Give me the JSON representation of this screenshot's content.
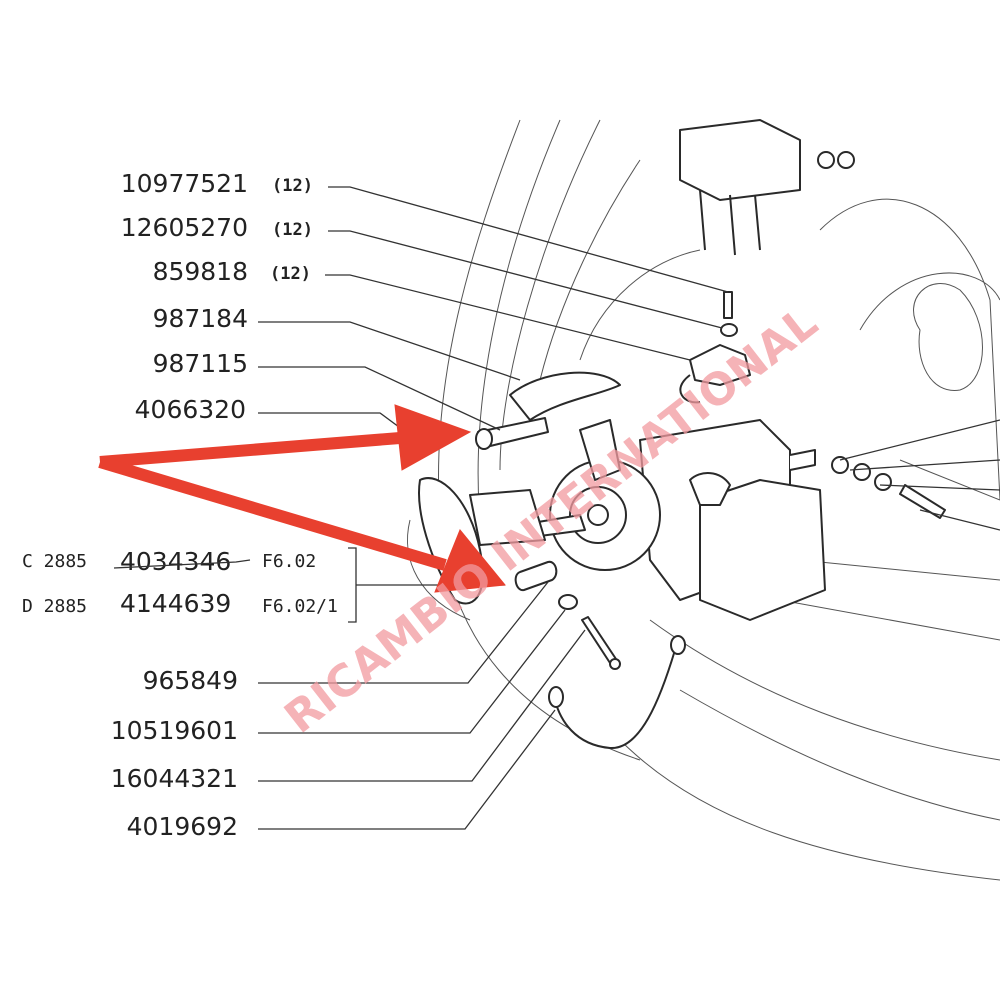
{
  "parts": [
    {
      "number": "10977521",
      "qty": "(12)"
    },
    {
      "number": "12605270",
      "qty": "(12)"
    },
    {
      "number": "859818",
      "qty": "(12)"
    },
    {
      "number": "987184"
    },
    {
      "number": "987115"
    },
    {
      "number": "4066320"
    },
    {
      "number": "965849"
    },
    {
      "number": "10519601"
    },
    {
      "number": "16044321"
    },
    {
      "number": "4019692"
    }
  ],
  "variants": [
    {
      "series": "C 2885",
      "number": "4034346",
      "ref": "F6.02",
      "superseded": true
    },
    {
      "series": "D 2885",
      "number": "4144639",
      "ref": "F6.02/1",
      "superseded": false
    }
  ],
  "watermark": "RICAMBIO INTERNATIONAL",
  "colors": {
    "arrow": "#e8402f",
    "watermark": "#f29aa0",
    "ink": "#222222"
  }
}
